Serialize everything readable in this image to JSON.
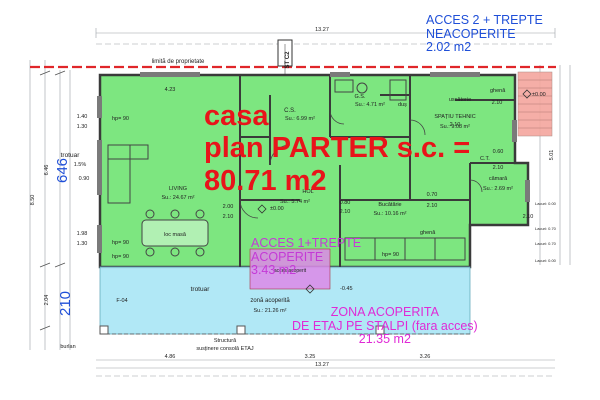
{
  "title_block": {
    "line1": "casa",
    "line2": "plan PARTER s.c. =",
    "line3": "80.71 m2"
  },
  "access2": {
    "line1": "ACCES 2 + TREPTE",
    "line2": "NEACOPERITE",
    "area": "2.02 m2"
  },
  "access1": {
    "line1": "ACCES 1+TREPTE",
    "line2": "ACOPERITE",
    "area": "3.43 m2"
  },
  "covered_zone": {
    "line1": "ZONA ACOPERITA",
    "line2": "DE ETAJ PE STALPI (fara acces)",
    "area": "21.35 m2"
  },
  "side_dims": {
    "upper": "646",
    "lower": "210"
  },
  "plan_labels": {
    "overall_width_top": "13.27",
    "overall_width_bottom": "13.27",
    "bottom_left_dim": "4.86",
    "bottom_mid_dim": "3.25",
    "bottom_right_dim": "3.26",
    "property_limit": "limită de proprietate",
    "st_c2": "ST C2",
    "gs_room": "G.S.",
    "gs_area": "Su.: 4.71 m²",
    "cs_room": "C.S.",
    "cs_area": "Su.: 6.99 m²",
    "tech_room": "SPAȚIU TEHNIC",
    "tech_area": "Su.: 9.08 m²",
    "dryer": "uscătorie",
    "living_room": "LIVING",
    "living_area": "Su.: 24.67 m²",
    "hall_room": "HOL",
    "hall_area": "Su.: 5.74 m²",
    "kitchen_room": "Bucătărie",
    "kitchen_area": "Su.: 10.16 m²",
    "pantry_room": "cămară",
    "pantry_area": "Su.: 2.69 m²",
    "dining_table": "loc masă",
    "sidewalk_left": "trotuar",
    "sidewalk_bottom": "trotuar",
    "sidewalk_pct": "1.5%",
    "covered_label": "zonă acoperită",
    "covered_area": "Su.: 21.26 m²",
    "access_label": "acces acoperit",
    "structure_line1": "Structură",
    "structure_line2": "susținere consolă ETAJ",
    "burlan": "burlan",
    "window_f04": "F-04",
    "dim_423": "4.23",
    "dim_090": "0.90",
    "dim_140": "1.40",
    "dim_130": "1.30",
    "dim_198": "1.98",
    "dim_200": "2.00",
    "dim_210": "2.10",
    "dim_080": "0.80",
    "dim_060": "0.60",
    "dim_070": "0.70",
    "dim_646": "6.46",
    "dim_850": "8.50",
    "dim_204": "2.04",
    "dim_501": "5.01",
    "dim_045": "-0.45",
    "level_000": "±0.00",
    "hp90": "hp= 90",
    "ghena": "ghenă",
    "dus": "duș",
    "ct": "C.T.",
    "stair_a": "Lacuri: 0.00",
    "stair_b": "Lacuri: 0.70",
    "stair_c": "Lacuri: 0.70",
    "stair_d": "Lacuri: 0.00"
  }
}
